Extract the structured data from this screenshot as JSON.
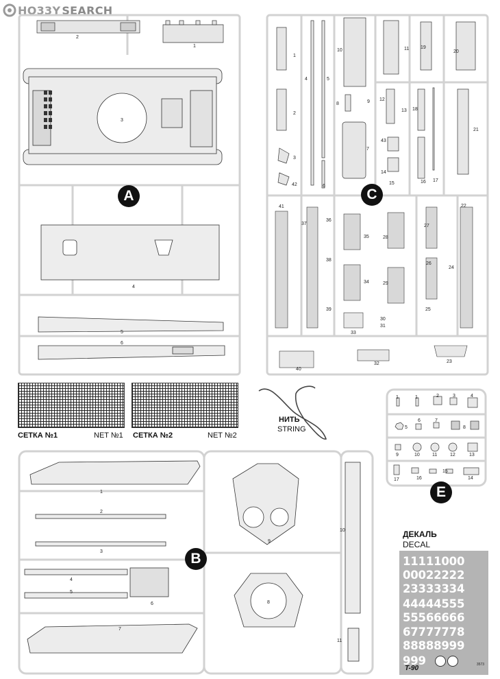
{
  "watermark": {
    "brand_a": "HO33Y",
    "brand_b": "SEARCH"
  },
  "sprue_A": {
    "badge": "A",
    "parts": {
      "p1": "1",
      "p2": "2",
      "p3": "3",
      "p4": "4",
      "p5": "5",
      "p6": "6"
    }
  },
  "sprue_C": {
    "badge": "C",
    "parts": {
      "p1": "1",
      "p2": "2",
      "p3": "3",
      "p42": "42",
      "p4": "4",
      "p5": "5",
      "p6": "6",
      "p10": "10",
      "p11": "11",
      "p19": "19",
      "p20": "20",
      "p8": "8",
      "p9": "9",
      "p12": "12",
      "p13": "13",
      "p18": "18",
      "p21": "21",
      "p7": "7",
      "p43": "43",
      "p14": "14",
      "p15": "15",
      "p16": "16",
      "p17": "17",
      "p41": "41",
      "p37": "37",
      "p36": "36",
      "p38": "38",
      "p39": "39",
      "p35": "35",
      "p28": "28",
      "p34": "34",
      "p29": "29",
      "p27": "27",
      "p22": "22",
      "p26": "26",
      "p24": "24",
      "p25": "25",
      "p30": "30",
      "p31": "31",
      "p33": "33",
      "p40": "40",
      "p32": "32",
      "p23": "23"
    }
  },
  "nets": {
    "net1_ru": "СЕТКА №1",
    "net1_en": "NET №1",
    "net2_ru": "СЕТКА №2",
    "net2_en": "NET №2"
  },
  "string": {
    "ru": "НИТЬ",
    "en": "STRING"
  },
  "sprue_B": {
    "badge": "B",
    "parts": {
      "p1": "1",
      "p2": "2",
      "p3": "3",
      "p4": "4",
      "p5": "5",
      "p6": "6",
      "p7": "7",
      "p8": "8",
      "p9": "9",
      "p10": "10",
      "p11": "11"
    }
  },
  "sprue_E": {
    "badge": "E",
    "parts": {
      "r1a": "1",
      "r1b": "1",
      "p2": "2",
      "p3": "3",
      "p4": "4",
      "p5": "5",
      "p6": "6",
      "p7": "7",
      "p8": "8",
      "p9": "9",
      "p10": "10",
      "p11": "11",
      "p12": "12",
      "p13": "13",
      "p17": "17",
      "p16": "16",
      "p15": "15",
      "p14": "14"
    }
  },
  "decal": {
    "title_ru": "ДЕКАЛЬ",
    "title_en": "DECAL",
    "rows": [
      "11111000",
      "00022222",
      "23333334",
      "44444555",
      "55566666",
      "67777778",
      "88888999"
    ],
    "last_row": "999",
    "sheet_id": "T-90",
    "code": "3573"
  }
}
